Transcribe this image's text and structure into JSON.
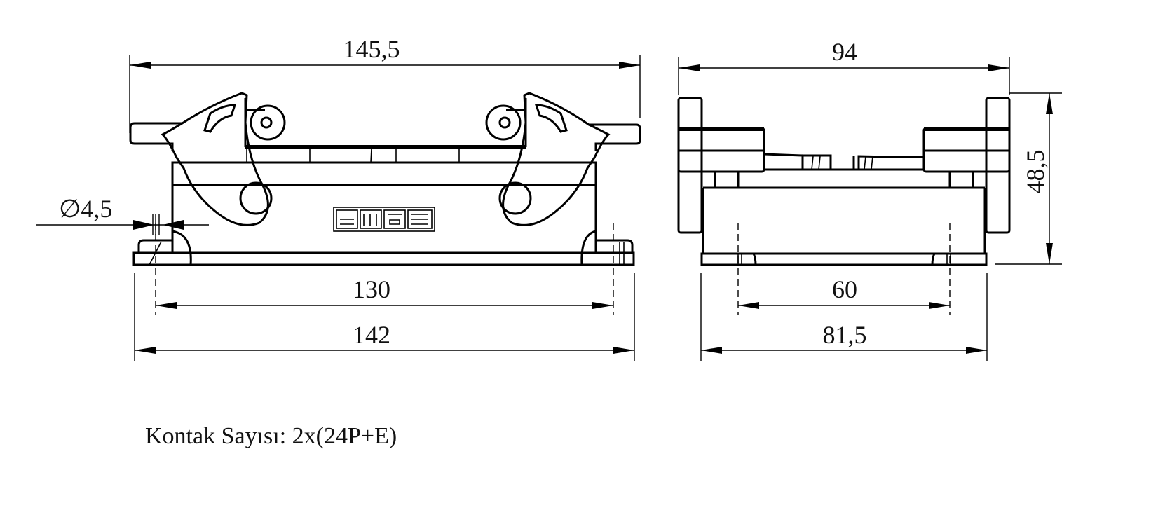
{
  "drawing": {
    "front_view": {
      "overall_width": "145,5",
      "hole_diameter": "∅4,5",
      "hole_spacing": "130",
      "base_width": "142",
      "logo_text": "emas"
    },
    "side_view": {
      "overall_width": "94",
      "height": "48,5",
      "hole_spacing": "60",
      "base_width": "81,5"
    },
    "note": "Kontak Sayısı: 2x(24P+E)"
  },
  "colors": {
    "line": "#000000",
    "background": "#ffffff"
  }
}
